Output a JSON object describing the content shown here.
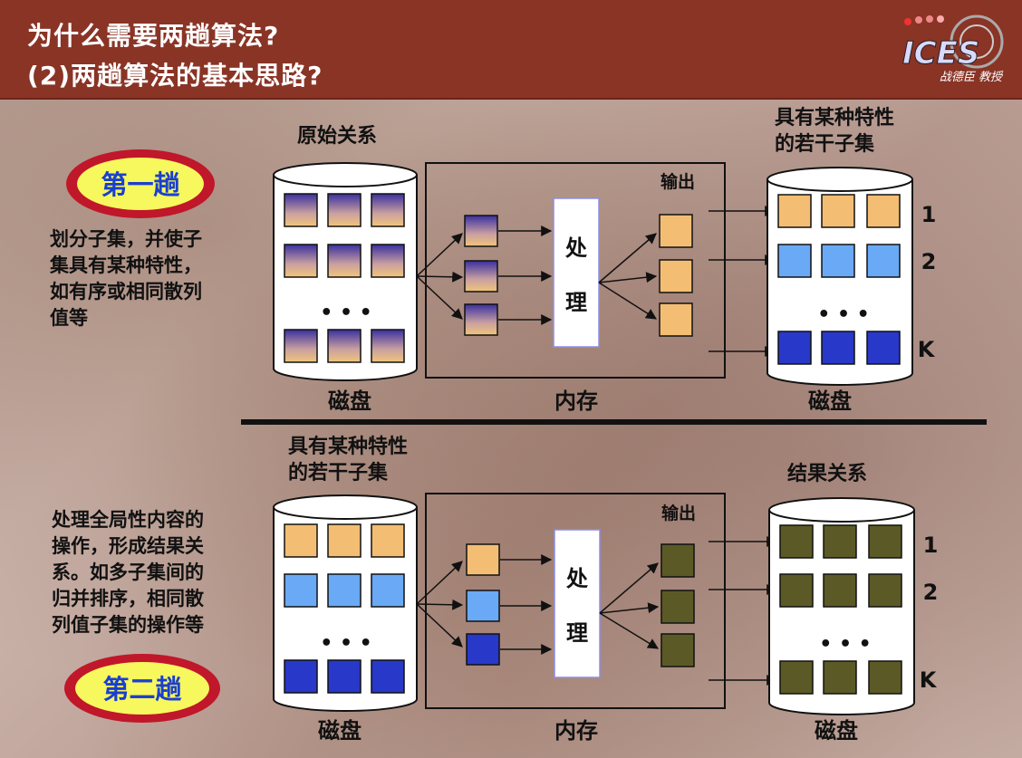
{
  "title": {
    "line1": "为什么需要两趟算法?",
    "line2": "(2)两趟算法的基本思路?"
  },
  "logo": {
    "text": "ICES",
    "caption": "战德臣 教授"
  },
  "colors": {
    "header_bg": "#8a3426",
    "orange": "#f3be73",
    "light_blue": "#6aa9f5",
    "dark_blue": "#2838c8",
    "olive": "#5b5a26",
    "gradient_top": "#3a2fa0",
    "gradient_bottom": "#f2c57a",
    "pass_badge_fill": "#f7f75e",
    "pass_badge_ring": "#c0172a"
  },
  "pass1": {
    "badge": "第一趟",
    "description": [
      "划分子集，并使子",
      "集具有某种特性，",
      "如有序或相同散列",
      "值等"
    ],
    "input_label": "原始关系",
    "input_disk": "磁盘",
    "memory": "内存",
    "process": [
      "处",
      "理"
    ],
    "output": "输出",
    "output_label": [
      "具有某种特性",
      "的若干子集"
    ],
    "output_disk": "磁盘",
    "row_labels": [
      "1",
      "2",
      "K"
    ],
    "dots": "• • •"
  },
  "pass2": {
    "badge": "第二趟",
    "description": [
      "处理全局性内容的",
      "操作，形成结果关",
      "系。如多子集间的",
      "归并排序，相同散",
      "列值子集的操作等"
    ],
    "input_label": [
      "具有某种特性",
      "的若干子集"
    ],
    "input_disk": "磁盘",
    "memory": "内存",
    "process": [
      "处",
      "理"
    ],
    "output": "输出",
    "output_label": "结果关系",
    "output_disk": "磁盘",
    "row_labels": [
      "1",
      "2",
      "K"
    ],
    "dots": "• • •"
  }
}
